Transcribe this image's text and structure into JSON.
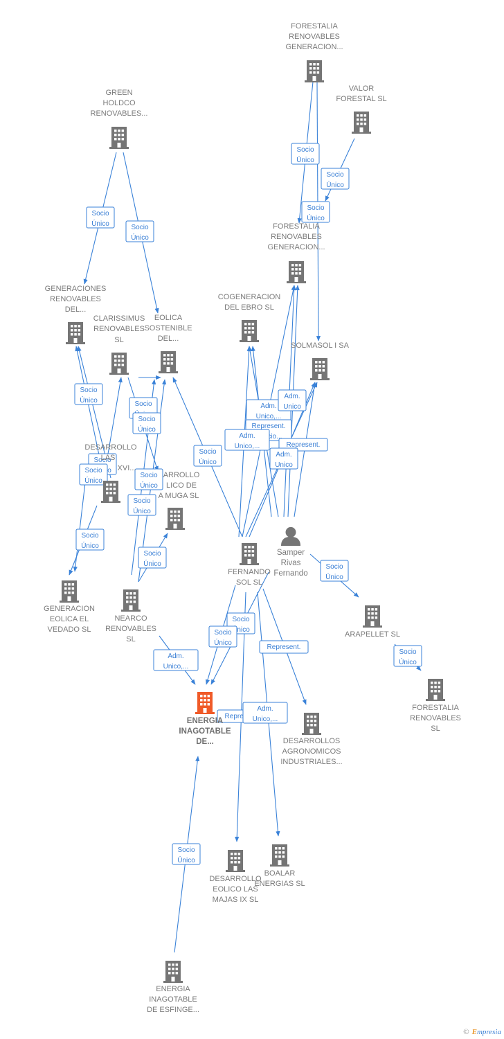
{
  "colors": {
    "edge": "#3a82d8",
    "company": "#757575",
    "focus": "#f05a28",
    "person": "#757575"
  },
  "nodes": [
    {
      "id": "forestalia_top",
      "type": "company",
      "label": [
        "FORESTALIA",
        "RENOVABLES",
        "GENERACION..."
      ]
    },
    {
      "id": "valor",
      "type": "company",
      "label": [
        "VALOR",
        "FORESTAL SL"
      ]
    },
    {
      "id": "green",
      "type": "company",
      "label": [
        "GREEN",
        "HOLDCO",
        "RENOVABLES..."
      ]
    },
    {
      "id": "forestalia_mid",
      "type": "company",
      "label": [
        "FORESTALIA",
        "RENOVABLES",
        "GENERACION..."
      ]
    },
    {
      "id": "cogeneracion",
      "type": "company",
      "label": [
        "COGENERACION",
        "DEL EBRO  SL"
      ]
    },
    {
      "id": "solmasol",
      "type": "company",
      "label": [
        "SOLMASOL I SA"
      ]
    },
    {
      "id": "generaciones",
      "type": "company",
      "label": [
        "GENERACIONES",
        "RENOVABLES",
        "DEL..."
      ]
    },
    {
      "id": "clarissimus",
      "type": "company",
      "label": [
        "CLARISSIMUS",
        "RENOVABLES",
        "SL"
      ]
    },
    {
      "id": "eolica_sost",
      "type": "company",
      "label": [
        "EOLICA",
        "SOSTENIBLE",
        "DEL..."
      ]
    },
    {
      "id": "desarrollo_xvi",
      "type": "company",
      "label": [
        "DESARROLLO",
        "LAS",
        "XVI..."
      ]
    },
    {
      "id": "desarrollo_muga",
      "type": "company",
      "label": [
        "ARROLLO",
        "LICO DE",
        "A MUGA SL"
      ]
    },
    {
      "id": "fernando_sol",
      "type": "company",
      "label": [
        "FERNANDO",
        "SOL SL"
      ]
    },
    {
      "id": "samper",
      "type": "person",
      "label": [
        "Samper",
        "Rivas",
        "Fernando"
      ]
    },
    {
      "id": "generacion_vedado",
      "type": "company",
      "label": [
        "GENERACION",
        "EOLICA EL",
        "VEDADO SL"
      ]
    },
    {
      "id": "nearco",
      "type": "company",
      "label": [
        "NEARCO",
        "RENOVABLES",
        "SL"
      ]
    },
    {
      "id": "arapellet",
      "type": "company",
      "label": [
        "ARAPELLET  SL"
      ]
    },
    {
      "id": "forestalia_sl",
      "type": "company",
      "label": [
        "FORESTALIA",
        "RENOVABLES",
        "SL"
      ]
    },
    {
      "id": "energia_focus",
      "type": "focus",
      "label": [
        "ENERGIA",
        "INAGOTABLE",
        "DE..."
      ]
    },
    {
      "id": "desarrollos_agro",
      "type": "company",
      "label": [
        "DESARROLLOS",
        "AGRONOMICOS",
        "INDUSTRIALES..."
      ]
    },
    {
      "id": "majas",
      "type": "company",
      "label": [
        "DESARROLLO",
        "EOLICO LAS",
        "MAJAS IX  SL"
      ]
    },
    {
      "id": "boalar",
      "type": "company",
      "label": [
        "BOALAR",
        "ENERGIAS  SL"
      ]
    },
    {
      "id": "esfinge",
      "type": "company",
      "label": [
        "ENERGIA",
        "INAGOTABLE",
        "DE ESFINGE..."
      ]
    }
  ],
  "edge_labels": [
    [
      "Socio",
      "Único"
    ],
    [
      "Socio",
      "Único"
    ],
    [
      "Socio",
      "Único"
    ],
    [
      "Socio",
      "Único"
    ],
    [
      "Socio",
      "Único"
    ],
    [
      "Adm.",
      "Unico,..."
    ],
    [
      "Adm.",
      "Unico"
    ],
    [
      "Represent.",
      ", Socio..."
    ],
    [
      "Adm.",
      "Unico,..."
    ],
    [
      "Represent."
    ],
    [
      "Adm.",
      "Unico"
    ],
    [
      "Socio",
      "Único"
    ],
    [
      "Socio",
      "Único"
    ],
    [
      "Socio",
      "Único"
    ],
    [
      "Socio",
      "Único"
    ],
    [
      "Socio",
      "Único"
    ],
    [
      "Socio",
      "Único"
    ],
    [
      "Socio",
      "Único"
    ],
    [
      "Socio",
      "Único"
    ],
    [
      "Socio",
      "Único"
    ],
    [
      "Socio",
      "Único"
    ],
    [
      "Socio",
      "Único"
    ],
    [
      "Socio",
      "Único"
    ],
    [
      "Socio",
      "Único"
    ],
    [
      "Socio",
      "Único"
    ],
    [
      "Represent."
    ],
    [
      "Represent."
    ],
    [
      "Adm.",
      "Unico,..."
    ],
    [
      "Adm.",
      "Unico,..."
    ],
    [
      "Socio",
      "Único"
    ],
    [
      "Socio",
      "Único"
    ],
    [
      "Socio",
      "Único"
    ],
    [
      "Socio",
      "Único"
    ],
    [
      "Socio",
      "Único"
    ]
  ],
  "brand": {
    "copyright": "©",
    "first_letter": "E",
    "rest": "mpresia"
  }
}
